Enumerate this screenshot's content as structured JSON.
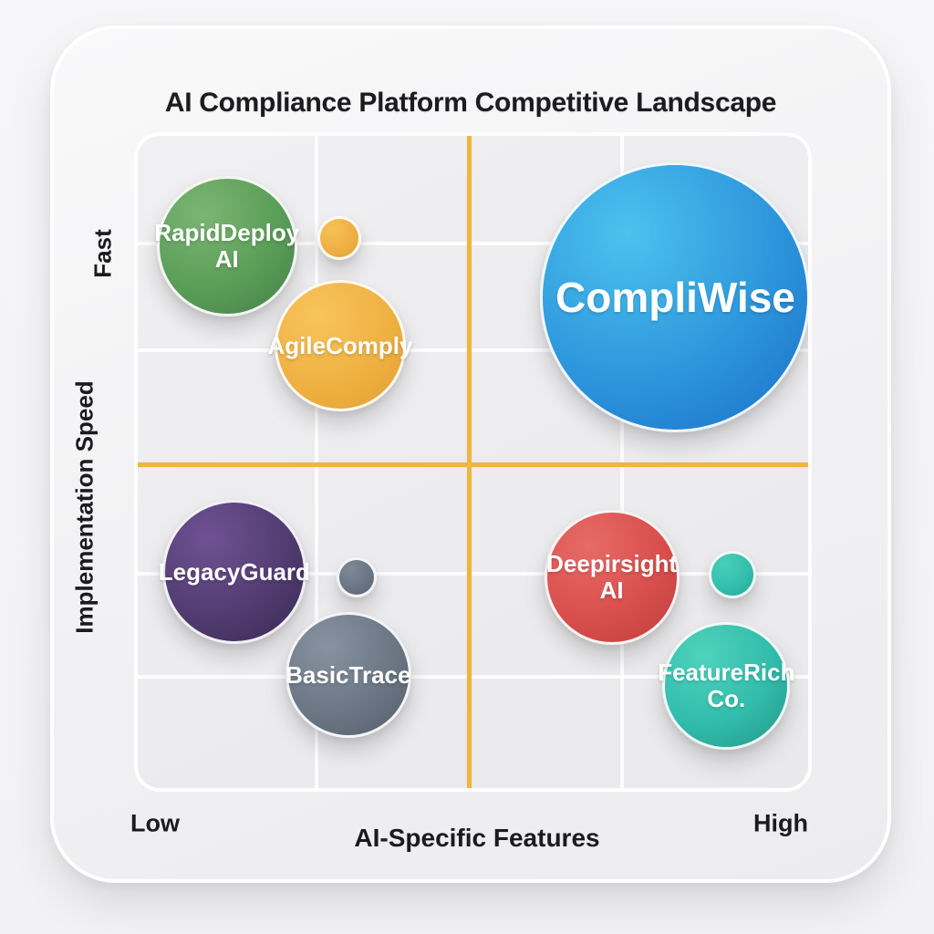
{
  "title": "AI Compliance Platform Competitive Landscape",
  "axes": {
    "x_label": "AI-Specific Features",
    "x_min_label": "Low",
    "x_max_label": "High",
    "y_label": "Implementation Speed",
    "y_max_label": "Fast"
  },
  "colors": {
    "quadrant_line": "#EFB63F",
    "page_background": "#F4F4F6",
    "card_background": "#F2F2F4",
    "plot_background": "#EBEBED",
    "grid_line": "#FCFCFD",
    "title_text": "#1C1C1E",
    "bubble_text": "#FFFFFF"
  },
  "chart_data": {
    "type": "scatter",
    "subtype": "quadrant-bubble",
    "title": "AI Compliance Platform Competitive Landscape",
    "xlabel": "AI-Specific Features",
    "ylabel": "Implementation Speed",
    "x_range_labels": [
      "Low",
      "High"
    ],
    "y_range_labels": [
      "",
      "Fast"
    ],
    "grid": true,
    "legend": "none",
    "bubbles": [
      {
        "id": "rapiddeploy-ai",
        "label_lines": [
          "RapidDeploy",
          "AI"
        ],
        "x_pct": 13.3,
        "y_pct": 83.1,
        "radius_px": 77,
        "quadrant": "low-features-fast",
        "colors": [
          "#7CB574",
          "#5A9E58",
          "#457E48"
        ]
      },
      {
        "id": "unlabeled-yellow",
        "label_lines": [],
        "x_pct": 30.1,
        "y_pct": 84.3,
        "radius_px": 24,
        "quadrant": "low-features-fast",
        "colors": [
          "#F6C158",
          "#EFB044",
          "#E2A136"
        ]
      },
      {
        "id": "agilecomply",
        "label_lines": [
          "AgileComply"
        ],
        "x_pct": 30.2,
        "y_pct": 67.8,
        "radius_px": 72,
        "quadrant": "low-features-fast",
        "colors": [
          "#F7C45C",
          "#F0B143",
          "#E09F33"
        ]
      },
      {
        "id": "compliwise",
        "label_lines": [
          "CompliWise"
        ],
        "x_pct": 80.2,
        "y_pct": 75.2,
        "radius_px": 148,
        "quadrant": "high-features-fast",
        "colors": [
          "#4CC2EE",
          "#2D96DC",
          "#1A6FC7"
        ]
      },
      {
        "id": "legacyguard",
        "label_lines": [
          "LegacyGuard"
        ],
        "x_pct": 14.4,
        "y_pct": 33.1,
        "radius_px": 79,
        "quadrant": "low-features-slow",
        "colors": [
          "#6F5294",
          "#523C71",
          "#392853"
        ]
      },
      {
        "id": "unlabeled-gray",
        "label_lines": [],
        "x_pct": 32.7,
        "y_pct": 32.3,
        "radius_px": 22,
        "quadrant": "low-features-slow",
        "colors": [
          "#7D8995",
          "#6B7684",
          "#59626F"
        ]
      },
      {
        "id": "basictrace",
        "label_lines": [
          "BasicTrace"
        ],
        "x_pct": 31.4,
        "y_pct": 17.3,
        "radius_px": 69,
        "quadrant": "low-features-slow",
        "colors": [
          "#8793A0",
          "#6C7785",
          "#545D6A"
        ]
      },
      {
        "id": "deepirsight-ai",
        "label_lines": [
          "Deepirsight",
          "AI"
        ],
        "x_pct": 70.7,
        "y_pct": 32.3,
        "radius_px": 74,
        "quadrant": "high-features-slow",
        "colors": [
          "#E76B67",
          "#D94F4D",
          "#BC3E3C"
        ]
      },
      {
        "id": "unlabeled-teal",
        "label_lines": [],
        "x_pct": 88.7,
        "y_pct": 32.7,
        "radius_px": 26,
        "quadrant": "high-features-slow",
        "colors": [
          "#49CFBA",
          "#33BFAD",
          "#26A294"
        ]
      },
      {
        "id": "featurerich-co",
        "label_lines": [
          "FeatureRich",
          "Co."
        ],
        "x_pct": 87.8,
        "y_pct": 15.7,
        "radius_px": 70,
        "quadrant": "high-features-slow",
        "colors": [
          "#4FD2BD",
          "#32BCAB",
          "#239687"
        ]
      }
    ]
  }
}
